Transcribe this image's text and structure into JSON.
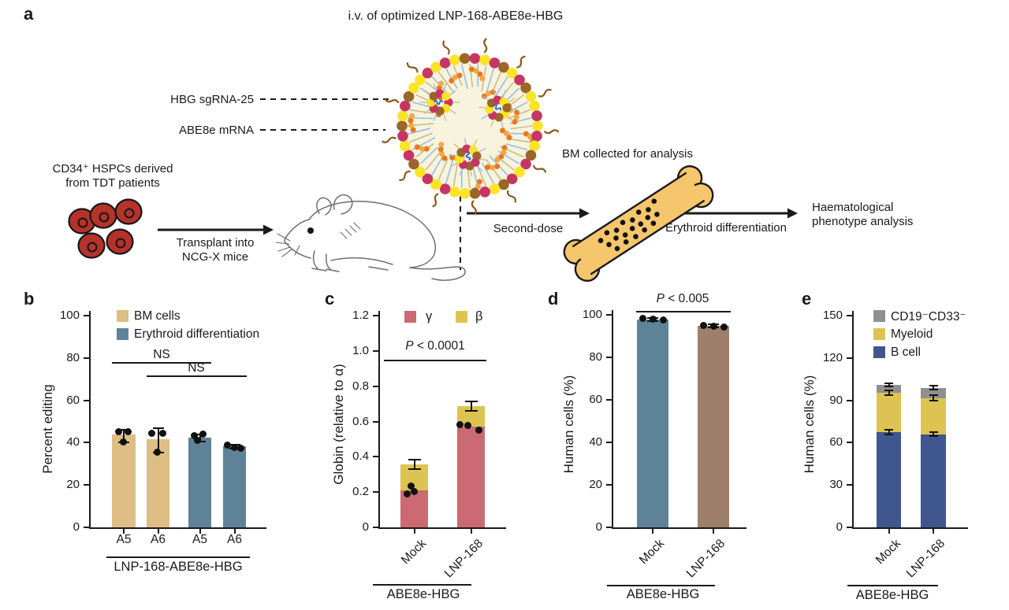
{
  "panels": {
    "a": {
      "label": "a",
      "title": "i.v. of optimized LNP-168-ABE8e-HBG",
      "sgrna_label": "HBG sgRNA-25",
      "mrna_label": "ABE8e mRNA",
      "hspc_line1": "CD34⁺ HSPCs derived",
      "hspc_line2": "from TDT patients",
      "transplant_line1": "Transplant into",
      "transplant_line2": "NCG-X mice",
      "second_dose": "Second-dose",
      "bm_collected": "BM collected for analysis",
      "erythroid": "Erythroid differentiation",
      "haem_line1": "Haematological",
      "haem_line2": "phenotype analysis"
    },
    "b": {
      "label": "b"
    },
    "c": {
      "label": "c"
    },
    "d": {
      "label": "d"
    },
    "e": {
      "label": "e"
    }
  },
  "chart_data": [
    {
      "panel": "b",
      "type": "bar",
      "ylabel": "Percent editing",
      "ylim": [
        0,
        100
      ],
      "yticks": [
        0,
        20,
        40,
        60,
        80,
        100
      ],
      "categories": [
        "A5",
        "A6",
        "A5",
        "A6"
      ],
      "values": [
        43.7,
        41.5,
        42.2,
        38.3
      ],
      "bar_colors": [
        "#DEBE85",
        "#DEBE85",
        "#5E8398",
        "#5E8398"
      ],
      "errors": [
        {
          "lo": 3.7,
          "hi": 2.3
        },
        {
          "lo": 6.0,
          "hi": 5.5
        },
        {
          "lo": 1.7,
          "hi": 1.8
        },
        {
          "lo": 1.0,
          "hi": 0.9
        }
      ],
      "dots": [
        [
          {
            "dx": -7,
            "v": 45.2
          },
          {
            "dx": 5,
            "v": 45.0
          },
          {
            "dx": -1,
            "v": 40.3
          }
        ],
        [
          {
            "dx": -8,
            "v": 44.6
          },
          {
            "dx": 6,
            "v": 44.4
          },
          {
            "dx": -1,
            "v": 35.6
          }
        ],
        [
          {
            "dx": -7,
            "v": 43.3
          },
          {
            "dx": 4,
            "v": 43.9
          },
          {
            "dx": -3,
            "v": 41.0
          }
        ],
        [
          {
            "dx": -9,
            "v": 39.0
          },
          {
            "dx": 0,
            "v": 37.7
          },
          {
            "dx": 8,
            "v": 37.5
          }
        ]
      ],
      "legend": [
        {
          "label": "BM cells",
          "color": "#DEBE85"
        },
        {
          "label": "Erythroid differentiation",
          "color": "#5E8398"
        }
      ],
      "sig_labels": [
        "NS",
        "NS"
      ],
      "xlabel": "LNP-168-ABE8e-HBG"
    },
    {
      "panel": "c",
      "type": "stacked-bar",
      "ylabel": "Globin (relative to α)",
      "ylim": [
        0,
        1.2
      ],
      "yticks": [
        0,
        0.2,
        0.4,
        0.6,
        0.8,
        1.0,
        1.2
      ],
      "ytick_labels": [
        "0",
        "0.2",
        "0.4",
        "0.6",
        "0.8",
        "1.0",
        "1.2"
      ],
      "categories": [
        "Mock",
        "LNP-168"
      ],
      "series": [
        {
          "name": "γ",
          "color": "#CB6A72",
          "values": [
            0.21,
            0.57
          ]
        },
        {
          "name": "β",
          "color": "#DDC452",
          "values": [
            0.147,
            0.118
          ]
        }
      ],
      "stack_errors": [
        {
          "at": 0.357,
          "lo": 0.025,
          "hi": 0.025
        },
        {
          "at": 0.688,
          "lo": 0.026,
          "hi": 0.026
        }
      ],
      "dots": [
        [
          {
            "dx": -4,
            "v": 0.235
          },
          {
            "dx": 0,
            "v": 0.205
          },
          {
            "dx": -9,
            "v": 0.19
          }
        ],
        [
          {
            "dx": -14,
            "v": 0.58
          },
          {
            "dx": -4,
            "v": 0.578
          },
          {
            "dx": 10,
            "v": 0.553
          }
        ]
      ],
      "pvalue": "P < 0.0001",
      "xlabel": "ABE8e-HBG"
    },
    {
      "panel": "d",
      "type": "bar",
      "ylabel": "Human cells (%)",
      "ylim": [
        0,
        100
      ],
      "yticks": [
        0,
        20,
        40,
        60,
        80,
        100
      ],
      "categories": [
        "Mock",
        "LNP-168"
      ],
      "values": [
        97.8,
        94.8
      ],
      "bar_colors": [
        "#5E8398",
        "#9D7F6B"
      ],
      "errors": [
        {
          "lo": 0.7,
          "hi": 0.7
        },
        {
          "lo": 0.7,
          "hi": 0.7
        }
      ],
      "dots": [
        [
          {
            "dx": -13,
            "v": 98.2
          },
          {
            "dx": 0,
            "v": 97.9
          },
          {
            "dx": 13,
            "v": 97.6
          }
        ],
        [
          {
            "dx": -13,
            "v": 95.0
          },
          {
            "dx": 0,
            "v": 94.8
          },
          {
            "dx": 13,
            "v": 94.3
          }
        ]
      ],
      "pvalue": "P < 0.005",
      "xlabel": "ABE8e-HBG"
    },
    {
      "panel": "e",
      "type": "stacked-bar",
      "ylabel": "Human cells (%)",
      "ylim": [
        0,
        150
      ],
      "yticks": [
        0,
        30,
        60,
        90,
        120,
        150
      ],
      "categories": [
        "Mock",
        "LNP-168"
      ],
      "series": [
        {
          "name": "B cell",
          "color": "#40568F",
          "values": [
            67.5,
            66.0
          ]
        },
        {
          "name": "Myeloid",
          "color": "#DDC452",
          "values": [
            27.8,
            25.5
          ]
        },
        {
          "name": "CD19⁻CD33⁻",
          "color": "#8F8F8F",
          "values": [
            5.5,
            7.4
          ]
        }
      ],
      "seg_errors": [
        [
          {
            "at": 67.5,
            "lo": 1.5,
            "hi": 1.5
          },
          {
            "at": 95.3,
            "lo": 1.5,
            "hi": 1.5
          },
          {
            "at": 100.8,
            "lo": 1.0,
            "hi": 1.0
          }
        ],
        [
          {
            "at": 66.0,
            "lo": 1.3,
            "hi": 1.3
          },
          {
            "at": 91.5,
            "lo": 2.0,
            "hi": 2.0
          },
          {
            "at": 98.9,
            "lo": 1.3,
            "hi": 1.3
          }
        ]
      ],
      "legend": [
        {
          "label": "CD19⁻CD33⁻",
          "color": "#8F8F8F"
        },
        {
          "label": "Myeloid",
          "color": "#DDC452"
        },
        {
          "label": "B cell",
          "color": "#40568F"
        }
      ],
      "xlabel": "ABE8e-HBG"
    }
  ],
  "colors": {
    "ink": "#1A1A1A",
    "red_cell": "#B5332A",
    "bone": "#F6C66C",
    "lnp": {
      "interior": "#F7F3DC",
      "membrane_yellow": "#FBE428",
      "membrane_pink": "#C73565",
      "membrane_brown": "#9A662A",
      "tail_blue": "#9BBCE4",
      "tail_tan": "#C6BD93",
      "cargo_orange": "#E87820",
      "cargo_orange2": "#F2A846",
      "mrna_blue": "#1F63D9",
      "peg_brown": "#8A5A1E"
    }
  }
}
